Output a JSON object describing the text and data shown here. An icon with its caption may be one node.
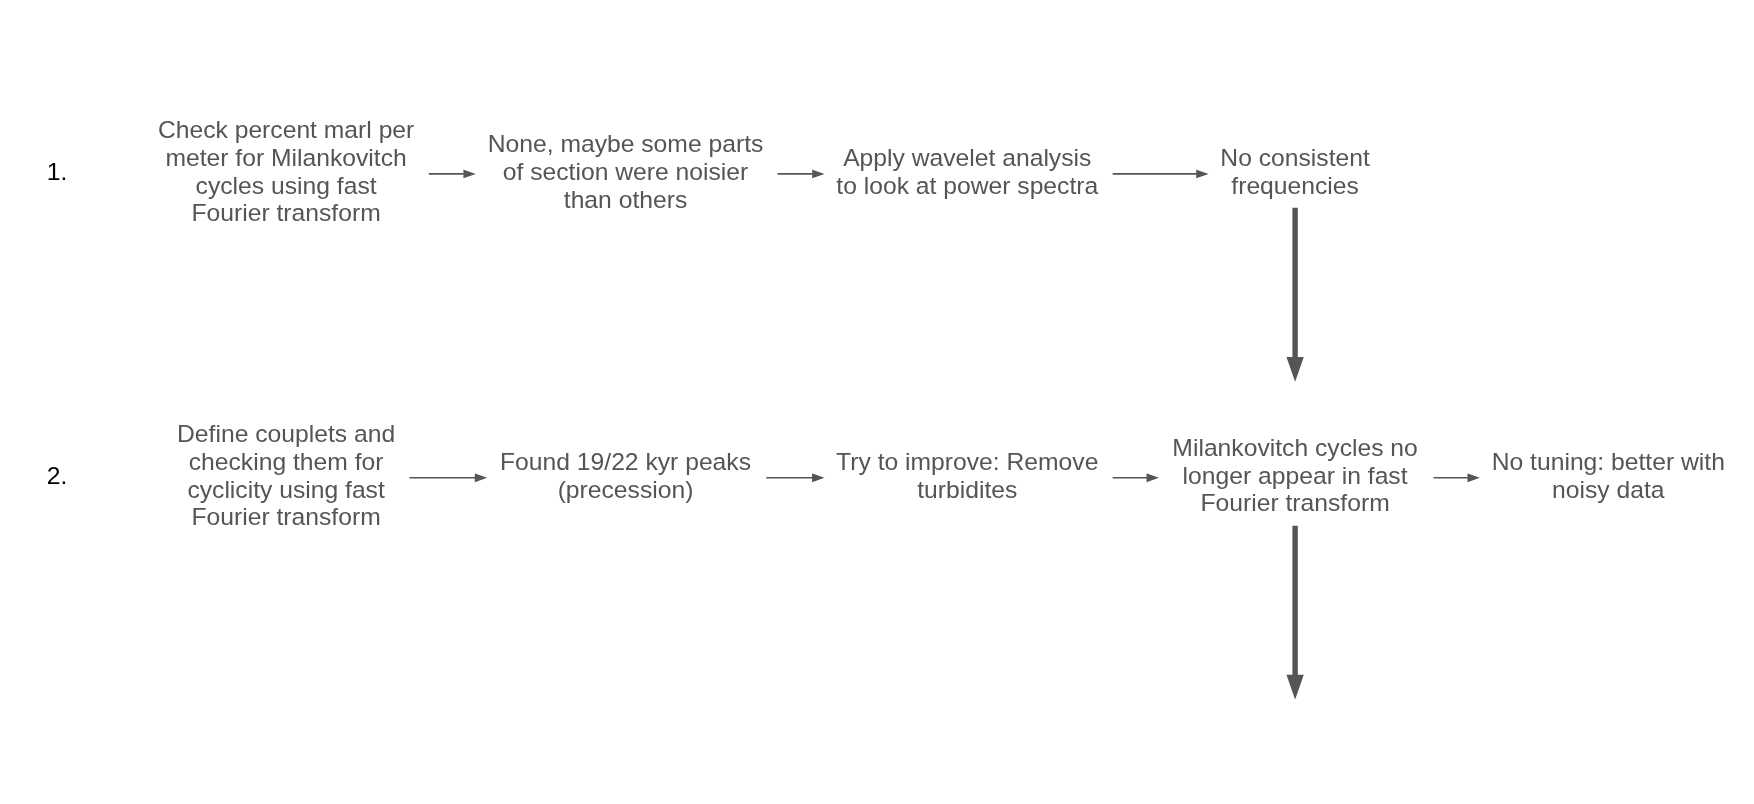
{
  "diagram": {
    "nodes": [
      {
        "text": [
          "Check percent marl per meter for Milankovitch cycles using fast Fourier transform"
        ]
      },
      {
        "text": [
          "None, maybe some parts of section were noisier than others"
        ]
      },
      {
        "text": [
          "Apply wavelet analysis to look at power spectra"
        ]
      },
      {
        "text": [
          "No consistent frequencies"
        ]
      },
      {
        "text": [
          "Define couplets and checking them for cyclicity using fast Fourier transform"
        ]
      },
      {
        "text": [
          "Found 19/22 kyr peaks (precession)"
        ]
      },
      {
        "text": [
          "Try to improve: Remove turbidites"
        ]
      },
      {
        "text": [
          "Milankovitch cycles no longer appear in fast Fourier transform"
        ]
      },
      {
        "text": [
          "No tuning: better with noisy data"
        ]
      }
    ],
    "edges": [
      {
        "from": 0,
        "to": 1,
        "arrow": "to"
      },
      {
        "from": 1,
        "to": 2,
        "arrow": "to"
      },
      {
        "from": 2,
        "to": 3,
        "arrow": "to"
      },
      {
        "from": 3,
        "to": null,
        "arrow": "to",
        "style": "thick"
      },
      {
        "from": 4,
        "to": 5,
        "arrow": "to"
      },
      {
        "from": 5,
        "to": 6,
        "arrow": "to"
      },
      {
        "from": 6,
        "to": 7,
        "arrow": "to"
      },
      {
        "from": 7,
        "to": 8,
        "arrow": "to"
      },
      {
        "from": 7,
        "to": null,
        "arrow": "to",
        "style": "thick"
      }
    ],
    "labels": [
      "1.",
      "2."
    ]
  }
}
